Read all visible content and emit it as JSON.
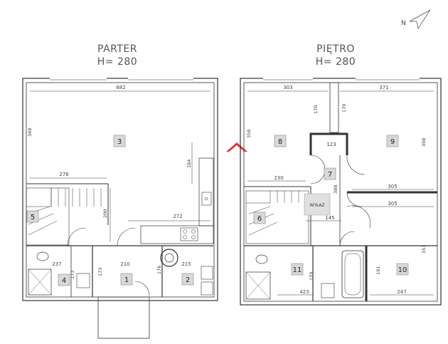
{
  "compass": {
    "label": "N"
  },
  "floors": [
    {
      "name": "PARTER",
      "height": "H= 280"
    },
    {
      "name": "PIĘTRO",
      "height": "H= 280"
    }
  ],
  "ground_rooms": [
    "3",
    "5",
    "1",
    "2",
    "4"
  ],
  "ground_dims": [
    "682",
    "348",
    "276",
    "200",
    "272",
    "184",
    "210",
    "215",
    "237",
    "173",
    "173",
    "176"
  ],
  "upper_rooms": [
    "8",
    "9",
    "7",
    "6",
    "11",
    "10"
  ],
  "upper_dims": [
    "303",
    "371",
    "170",
    "170",
    "358",
    "398",
    "123",
    "230",
    "388",
    "305",
    "305",
    "145",
    "179",
    "423",
    "191",
    "351",
    "247"
  ],
  "upper_labels": {
    "void": "WYŁAZ"
  },
  "colors": {
    "wall": "#333333",
    "accent": "#e8322e",
    "hatch": "#cccccc"
  }
}
